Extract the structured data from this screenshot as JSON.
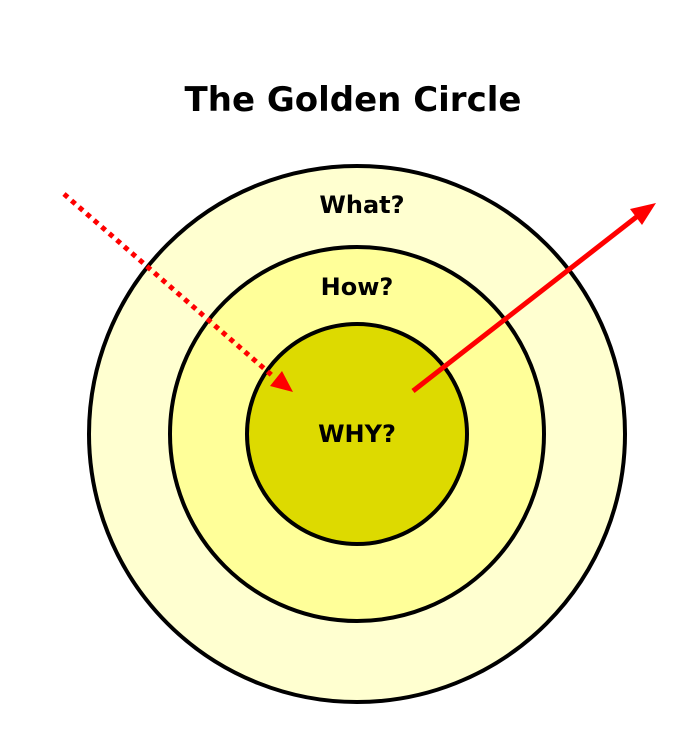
{
  "title": "The Golden Circle",
  "circles": {
    "outer": {
      "label": "What?",
      "fill": "#FFFFD0"
    },
    "middle": {
      "label": "How?",
      "fill": "#FFFF99"
    },
    "inner": {
      "label": "WHY?",
      "fill": "#DDDA00"
    }
  },
  "arrows": {
    "incoming": {
      "style": "dotted",
      "color": "#FF0000"
    },
    "outgoing": {
      "style": "solid",
      "color": "#FF0000"
    }
  },
  "outline_color": "#000000"
}
